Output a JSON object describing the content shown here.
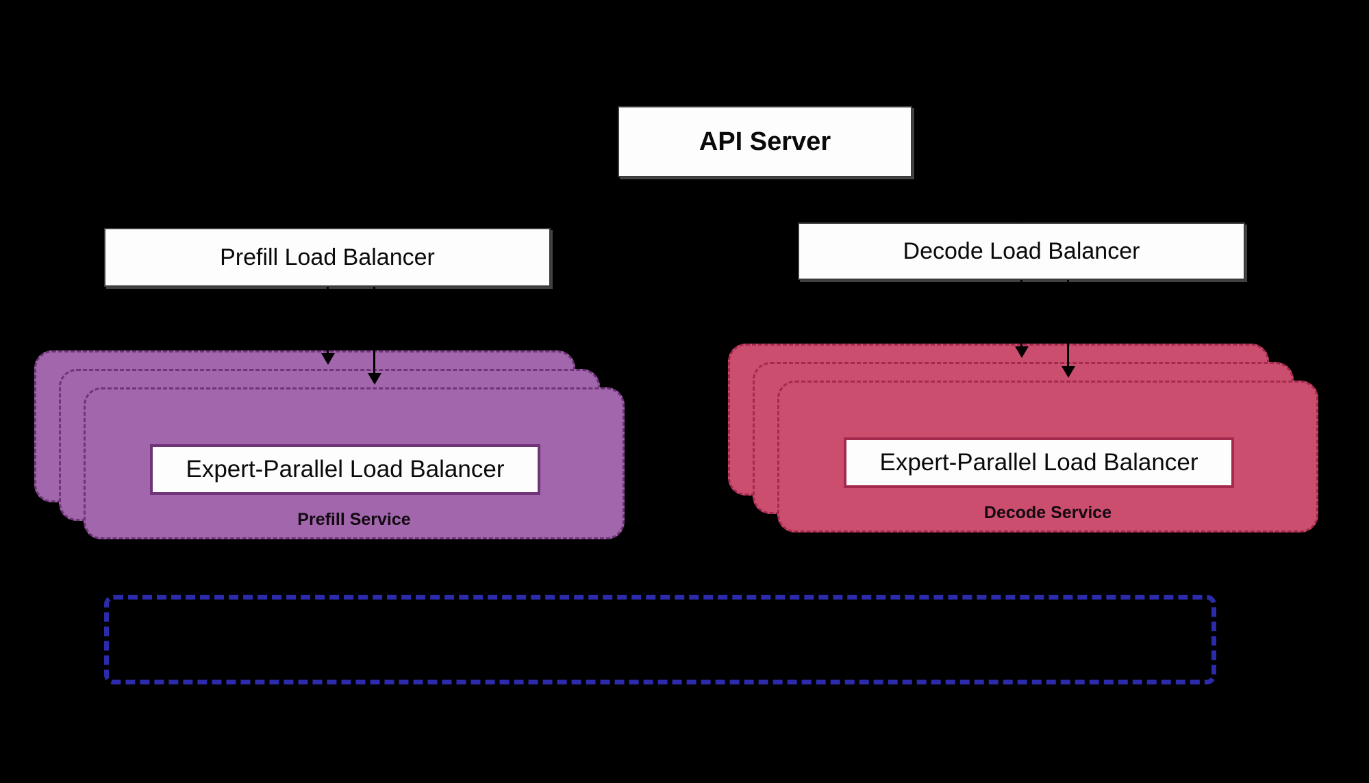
{
  "diagram": {
    "background_color": "#000000",
    "nodes": {
      "api_server": {
        "label": "API Server"
      },
      "prefill_load_balancer": {
        "label": "Prefill Load Balancer"
      },
      "decode_load_balancer": {
        "label": "Decode Load Balancer"
      }
    },
    "services": [
      {
        "id": "prefill-service",
        "label": "Prefill Service",
        "inner_label": "Expert-Parallel Load Balancer",
        "replica_count": 3,
        "fill_color": "#a166ab",
        "border_color": "#6f3578"
      },
      {
        "id": "decode-service",
        "label": "Decode Service",
        "inner_label": "Expert-Parallel Load Balancer",
        "replica_count": 3,
        "fill_color": "#cc4e6e",
        "border_color": "#a32a4e"
      }
    ],
    "kv_container": {
      "label": "",
      "border_color": "#2b2bab",
      "border_style": "dashed"
    }
  }
}
